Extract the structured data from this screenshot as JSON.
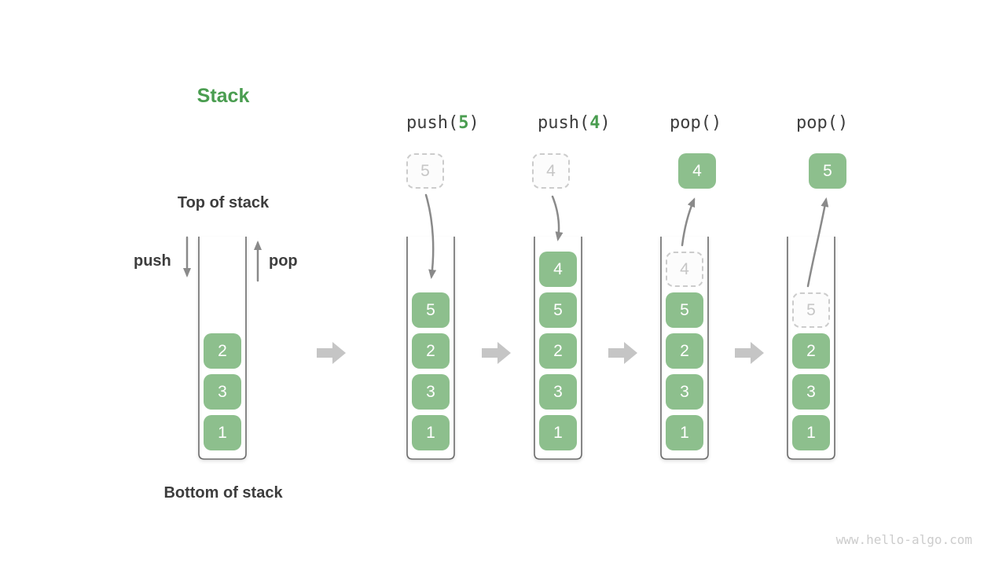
{
  "title": "Stack",
  "legend": {
    "top_of_stack": "Top of stack",
    "bottom_of_stack": "Bottom of stack",
    "push": "push",
    "pop": "pop"
  },
  "watermark": "www.hello-algo.com",
  "colors": {
    "cell_green": "#8dbf8d",
    "title_green": "#4a9d50",
    "text_dark": "#3d3d3d",
    "arrow_gray": "#8a8a8a",
    "block_arrow": "#c5c5c5",
    "ghost_border": "#cccccc",
    "ghost_text": "#c6c6c6",
    "ghost_bg": "#fcfcfc",
    "watermark": "#cccccc"
  },
  "columns": [
    {
      "name": "initial-stack",
      "op_parts": null,
      "float": null,
      "cells": [
        {
          "value": "2",
          "ghost": false
        },
        {
          "value": "3",
          "ghost": false
        },
        {
          "value": "1",
          "ghost": false
        }
      ]
    },
    {
      "name": "after-push-5",
      "op_parts": [
        {
          "text": "push(",
          "green": false
        },
        {
          "text": "5",
          "green": true
        },
        {
          "text": ")",
          "green": false
        }
      ],
      "float": {
        "value": "5",
        "style": "ghost"
      },
      "cells": [
        {
          "value": "5",
          "ghost": false
        },
        {
          "value": "2",
          "ghost": false
        },
        {
          "value": "3",
          "ghost": false
        },
        {
          "value": "1",
          "ghost": false
        }
      ]
    },
    {
      "name": "after-push-4",
      "op_parts": [
        {
          "text": "push(",
          "green": false
        },
        {
          "text": "4",
          "green": true
        },
        {
          "text": ")",
          "green": false
        }
      ],
      "float": {
        "value": "4",
        "style": "ghost"
      },
      "cells": [
        {
          "value": "4",
          "ghost": false
        },
        {
          "value": "5",
          "ghost": false
        },
        {
          "value": "2",
          "ghost": false
        },
        {
          "value": "3",
          "ghost": false
        },
        {
          "value": "1",
          "ghost": false
        }
      ]
    },
    {
      "name": "after-pop-4",
      "op_parts": [
        {
          "text": "pop()",
          "green": false
        }
      ],
      "float": {
        "value": "4",
        "style": "solid"
      },
      "cells": [
        {
          "value": "4",
          "ghost": true
        },
        {
          "value": "5",
          "ghost": false
        },
        {
          "value": "2",
          "ghost": false
        },
        {
          "value": "3",
          "ghost": false
        },
        {
          "value": "1",
          "ghost": false
        }
      ]
    },
    {
      "name": "after-pop-5",
      "op_parts": [
        {
          "text": "pop()",
          "green": false
        }
      ],
      "float": {
        "value": "5",
        "style": "solid"
      },
      "cells": [
        {
          "value": "5",
          "ghost": true
        },
        {
          "value": "2",
          "ghost": false
        },
        {
          "value": "3",
          "ghost": false
        },
        {
          "value": "1",
          "ghost": false
        }
      ]
    }
  ]
}
